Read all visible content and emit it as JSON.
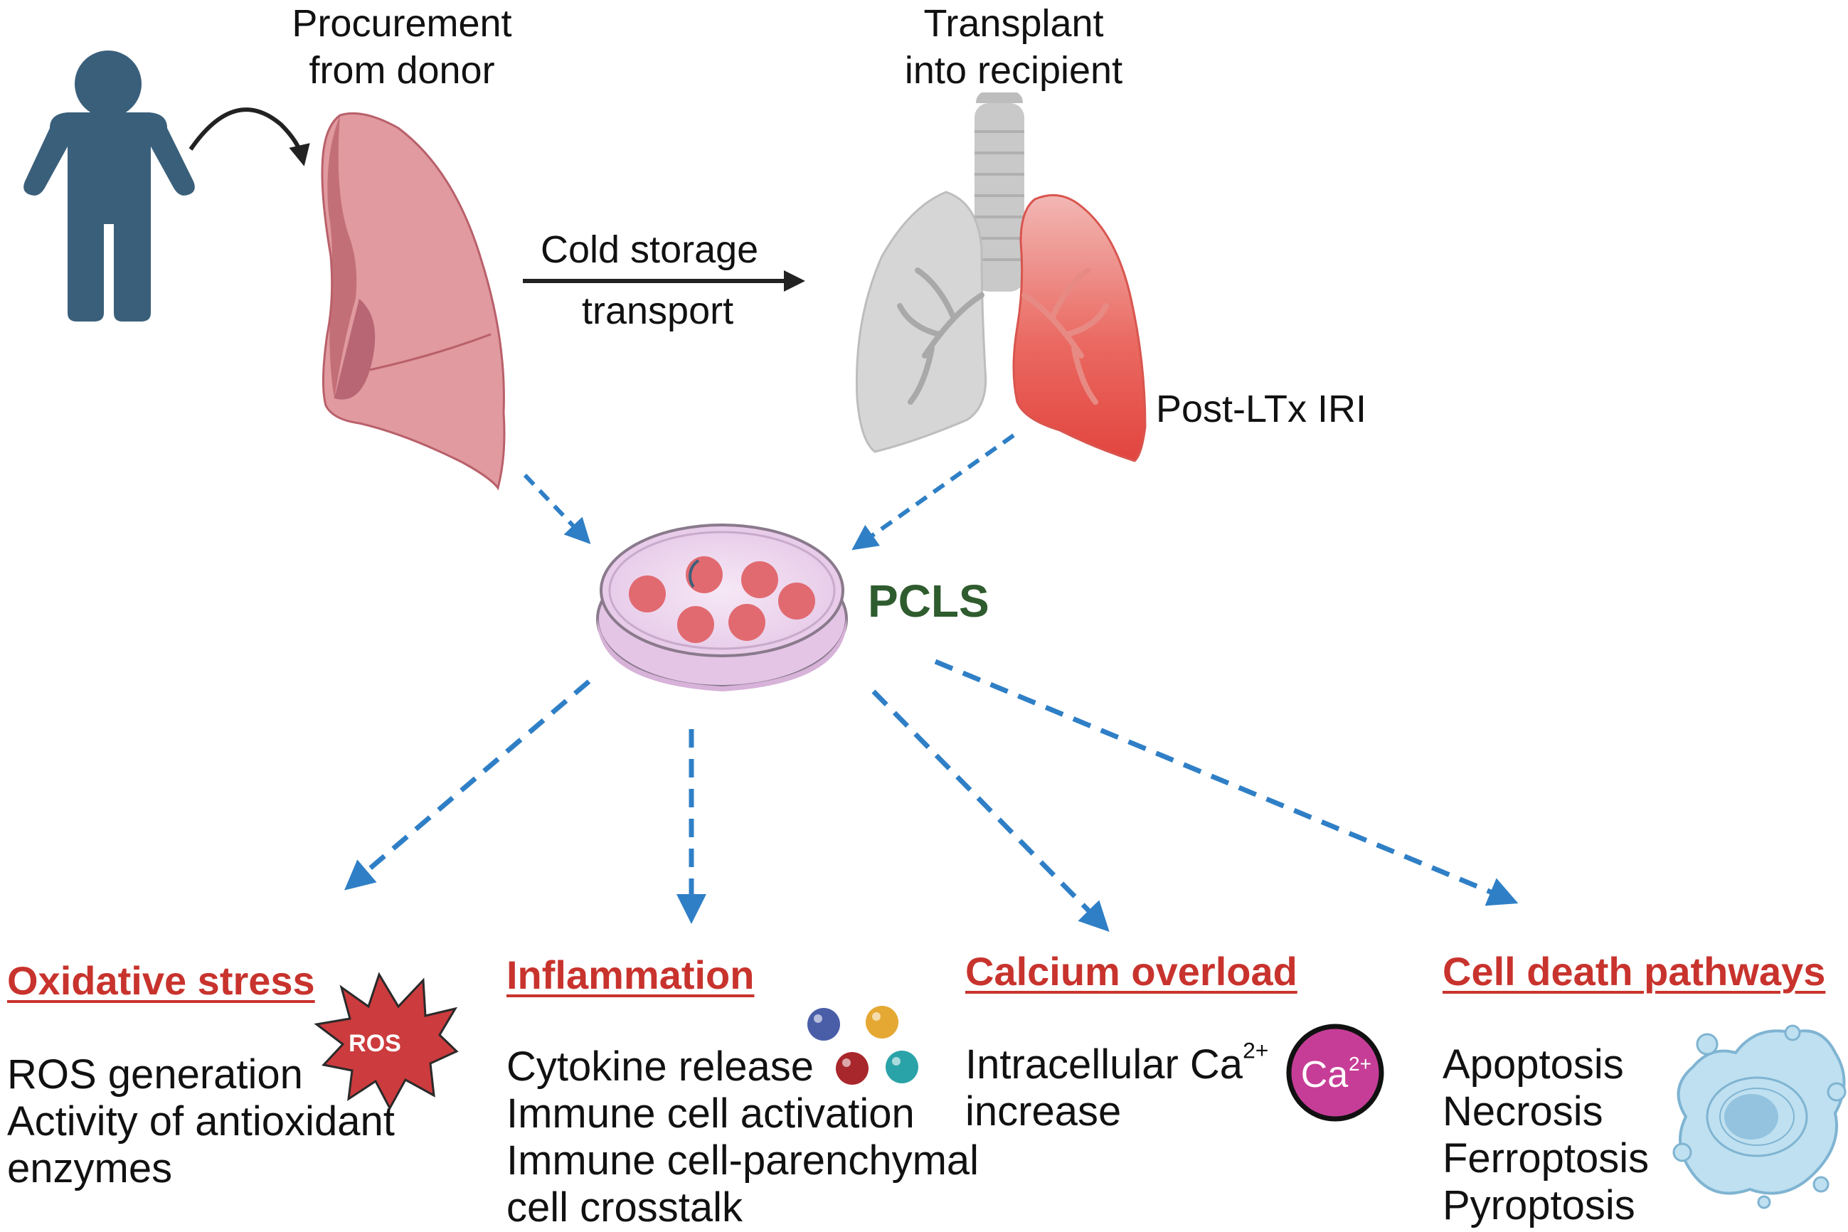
{
  "top": {
    "procurement": [
      "Procurement",
      "from donor"
    ],
    "transplant": [
      "Transplant",
      "into recipient"
    ],
    "cold_storage": "Cold storage",
    "transport": "transport",
    "post_ltx": "Post-LTx IRI"
  },
  "center": {
    "pcls": "PCLS"
  },
  "badges": {
    "ros": "ROS",
    "ca_base": "Ca",
    "ca_sup": "2+"
  },
  "outcomes": [
    {
      "heading": "Oxidative stress",
      "lines": [
        "ROS generation",
        "Activity of antioxidant",
        "enzymes"
      ]
    },
    {
      "heading": "Inflammation",
      "lines": [
        "Cytokine release",
        "Immune cell activation",
        "Immune cell-parenchymal",
        "cell crosstalk"
      ]
    },
    {
      "heading": "Calcium overload",
      "line1_base": "Intracellular Ca",
      "line1_sup": "2+",
      "line2": "increase"
    },
    {
      "heading": "Cell death pathways",
      "lines": [
        "Apoptosis",
        "Necrosis",
        "Ferroptosis",
        "Pyroptosis"
      ]
    }
  ],
  "colors": {
    "person": "#3a5f7a",
    "lung_pink": "#e09aa0",
    "lung_red": "#e2443e",
    "arrow_blue": "#2f7fc6",
    "heading_red": "#c8332d",
    "pcls_green": "#2f5c2e",
    "calcium_magenta": "#c63d97",
    "cell_blue": "#a9d3ea"
  }
}
